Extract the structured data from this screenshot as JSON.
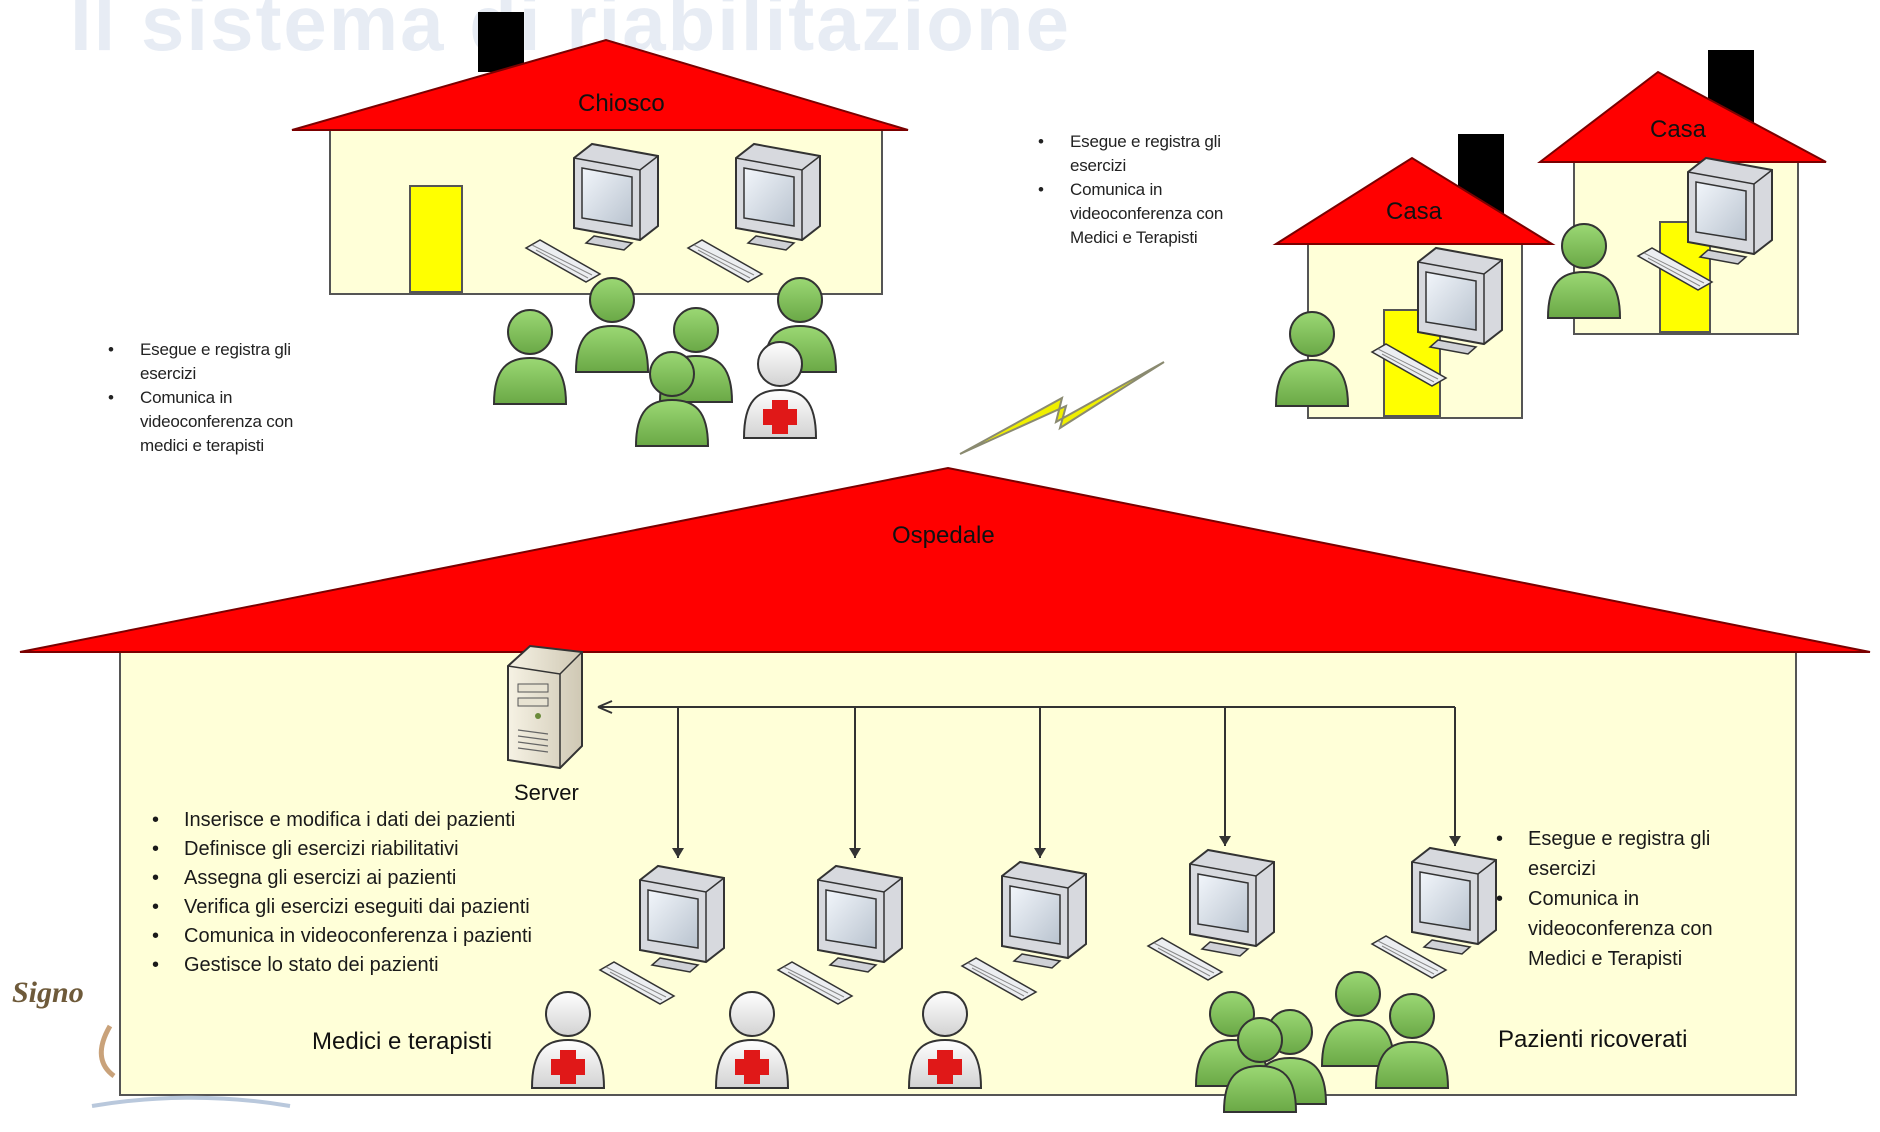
{
  "header": {
    "title": "Il sistema di riabilitazione"
  },
  "buildings": {
    "kiosk": {
      "label": "Chiosco"
    },
    "home_left": {
      "label": "Casa"
    },
    "home_right": {
      "label": "Casa"
    },
    "hospital": {
      "label": "Ospedale"
    }
  },
  "server": {
    "label": "Server"
  },
  "kiosk_functions": [
    "Esegue e registra gli",
    "esercizi",
    "Comunica in",
    "videoconferenza con",
    "medici e terapisti"
  ],
  "home_functions": [
    "Esegue e registra gli",
    "esercizi",
    "Comunica in",
    "videoconferenza con",
    "Medici e Terapisti"
  ],
  "staff_functions": [
    "Inserisce e modifica i dati dei pazienti",
    "Definisce gli esercizi riabilitativi",
    "Assegna gli esercizi ai pazienti",
    "Verifica gli esercizi eseguiti dai pazienti",
    "Comunica in videoconferenza i pazienti",
    "Gestisce lo stato dei pazienti"
  ],
  "inpatient_functions": [
    "Esegue e registra gli",
    "esercizi",
    "Comunica in",
    "videoconferenza con",
    "Medici e Terapisti"
  ],
  "groups": {
    "staff": {
      "label": "Medici e terapisti"
    },
    "inpatients": {
      "label": "Pazienti ricoverati"
    }
  },
  "footer": {
    "signature": "Signo"
  },
  "colors": {
    "roof": "#ff0000",
    "wall": "#ffffd8",
    "door": "#ffff00",
    "person": "#84c85c",
    "doctor": "#f0f0f0",
    "cross": "#e01818",
    "lightning": "#f0f000"
  }
}
